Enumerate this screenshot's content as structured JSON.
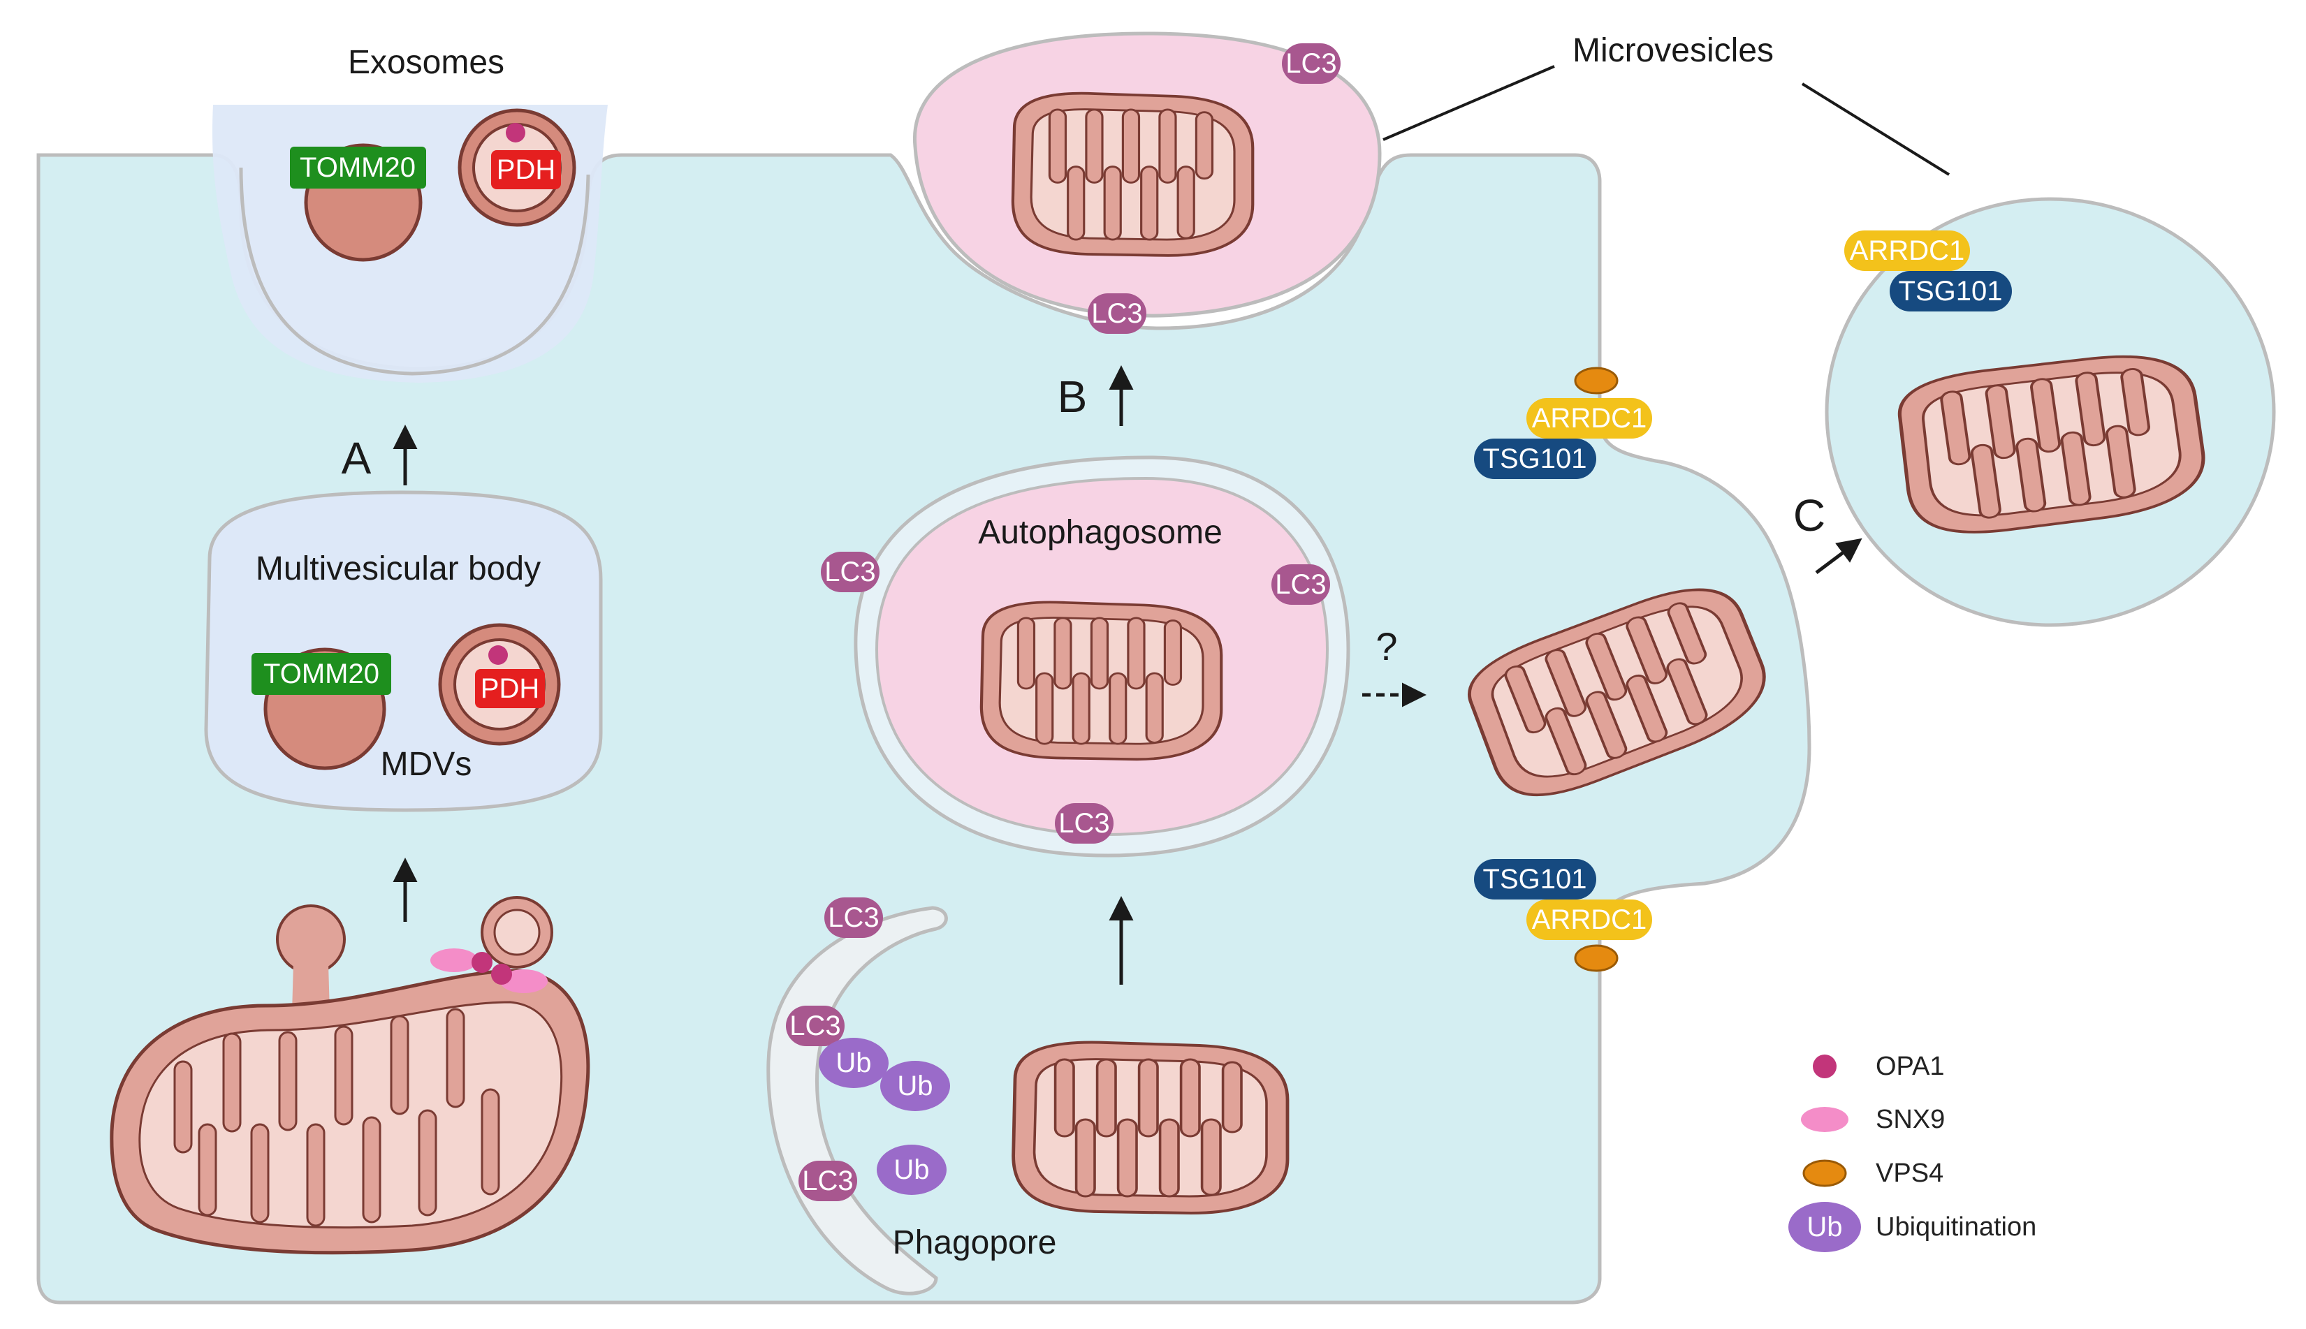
{
  "labels": {
    "exosomes": "Exosomes",
    "microvesicles": "Microvesicles",
    "multivesicular_body": "Multivesicular body",
    "mdvs": "MDVs",
    "autophagosome": "Autophagosome",
    "phagopore": "Phagopore",
    "question": "?",
    "route_a": "A",
    "route_b": "B",
    "route_c": "C"
  },
  "tags": {
    "tomm20": "TOMM20",
    "pdh": "PDH",
    "lc3": "LC3",
    "ub": "Ub",
    "arrdc1": "ARRDC1",
    "tsg101": "TSG101"
  },
  "legend": [
    {
      "name": "OPA1",
      "icon": "opa1-icon"
    },
    {
      "name": "SNX9",
      "icon": "snx9-icon"
    },
    {
      "name": "VPS4",
      "icon": "vps4-icon"
    },
    {
      "name": "Ubiquitination",
      "icon": "ub-icon",
      "badge": "Ub"
    }
  ],
  "colors": {
    "cytoplasm": "#d4eef2",
    "vesicle_blue": "#dde8f8",
    "vesicle_pink": "#f7d3e4",
    "mito_fill": "#e0a399",
    "mito_inner": "#f4d6d0",
    "mito_stroke": "#7a3b33",
    "tomm20": "#1e8f1e",
    "pdh": "#e51f1f",
    "lc3": "#a8578f",
    "ub": "#9a6bc9",
    "arrdc1": "#f3c21b",
    "tsg101": "#164a80",
    "opa1": "#c2357a",
    "snx9": "#f48dc8",
    "vps4": "#e58a10"
  }
}
